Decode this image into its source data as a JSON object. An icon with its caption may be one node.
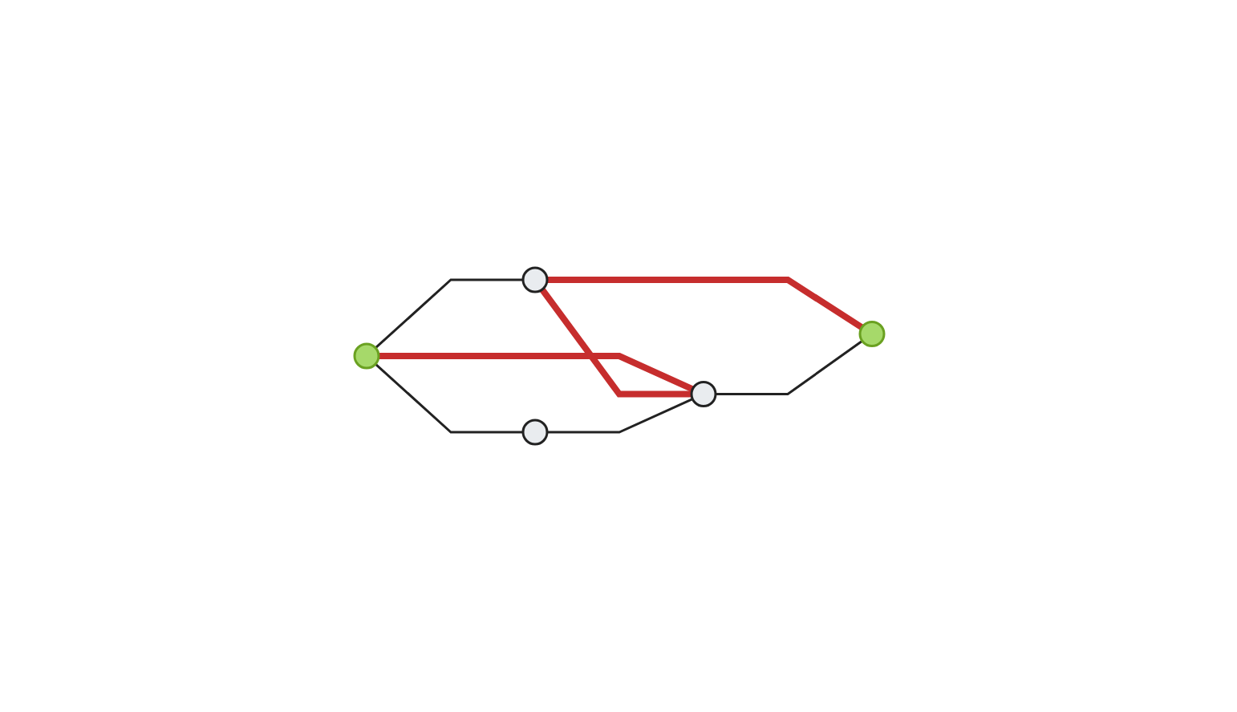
{
  "diagram": {
    "nodes": [
      {
        "text": [],
        "shape": "circle"
      },
      {
        "text": [],
        "shape": "circle"
      },
      {
        "text": [],
        "shape": "circle"
      },
      {
        "text": [],
        "shape": "circle"
      },
      {
        "text": [],
        "shape": "circle"
      }
    ],
    "edges": [
      {
        "from": 0,
        "to": 1,
        "arrow": "none"
      },
      {
        "from": 0,
        "to": 3,
        "arrow": "none"
      },
      {
        "from": 0,
        "to": 4,
        "arrow": "none",
        "style": "thick",
        "color": "#c62d2d"
      },
      {
        "from": 1,
        "to": 4,
        "arrow": "none",
        "style": "thick",
        "color": "#c62d2d"
      },
      {
        "from": 1,
        "to": 2,
        "arrow": "none",
        "style": "thick",
        "color": "#c62d2d"
      },
      {
        "from": 3,
        "to": 4,
        "arrow": "none"
      },
      {
        "from": 4,
        "to": 2,
        "arrow": "none"
      }
    ]
  }
}
